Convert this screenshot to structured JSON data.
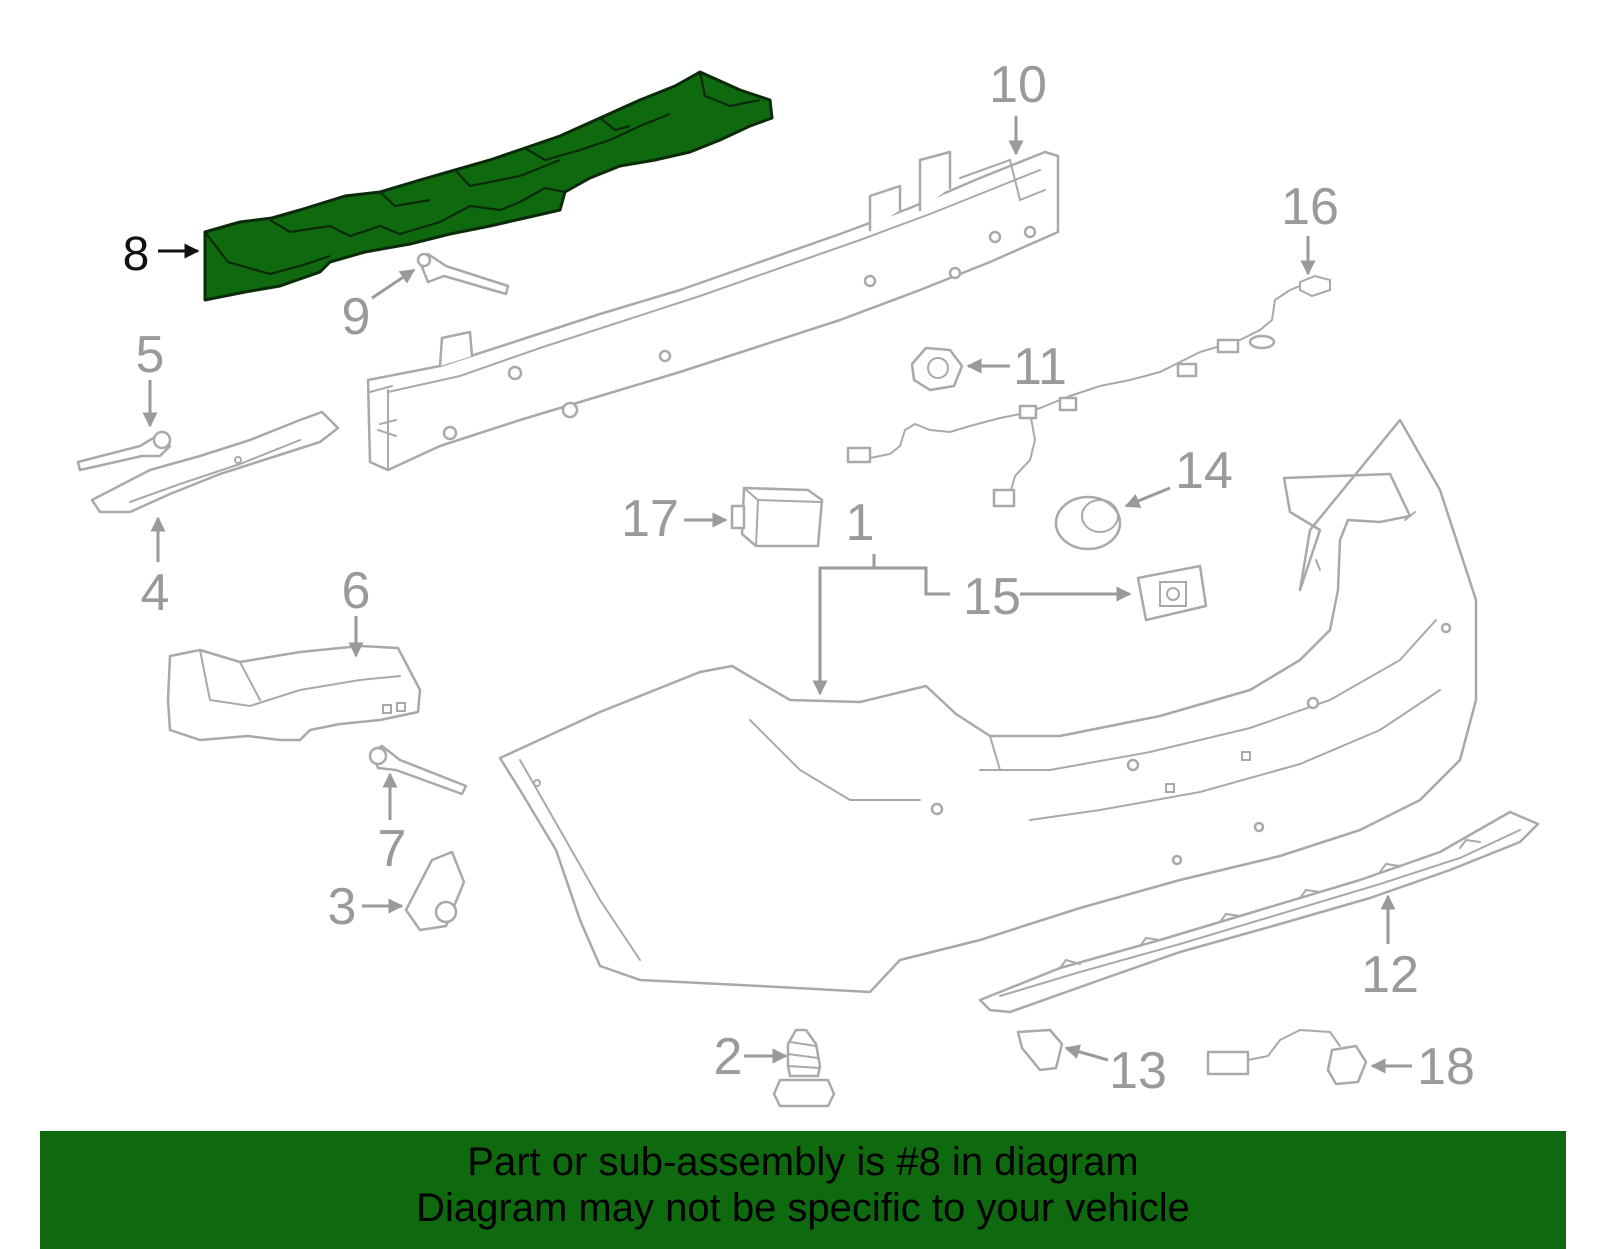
{
  "diagram": {
    "highlight_color": "#0f6a0f",
    "callouts": [
      "1",
      "2",
      "3",
      "4",
      "5",
      "6",
      "7",
      "8",
      "9",
      "10",
      "11",
      "12",
      "13",
      "14",
      "15",
      "16",
      "17",
      "18"
    ],
    "highlighted_part": "8"
  },
  "banner": {
    "line1": "Part or sub-assembly is #8 in diagram",
    "line2": "Diagram may not be specific to your vehicle",
    "background": "#0f6a0f"
  }
}
